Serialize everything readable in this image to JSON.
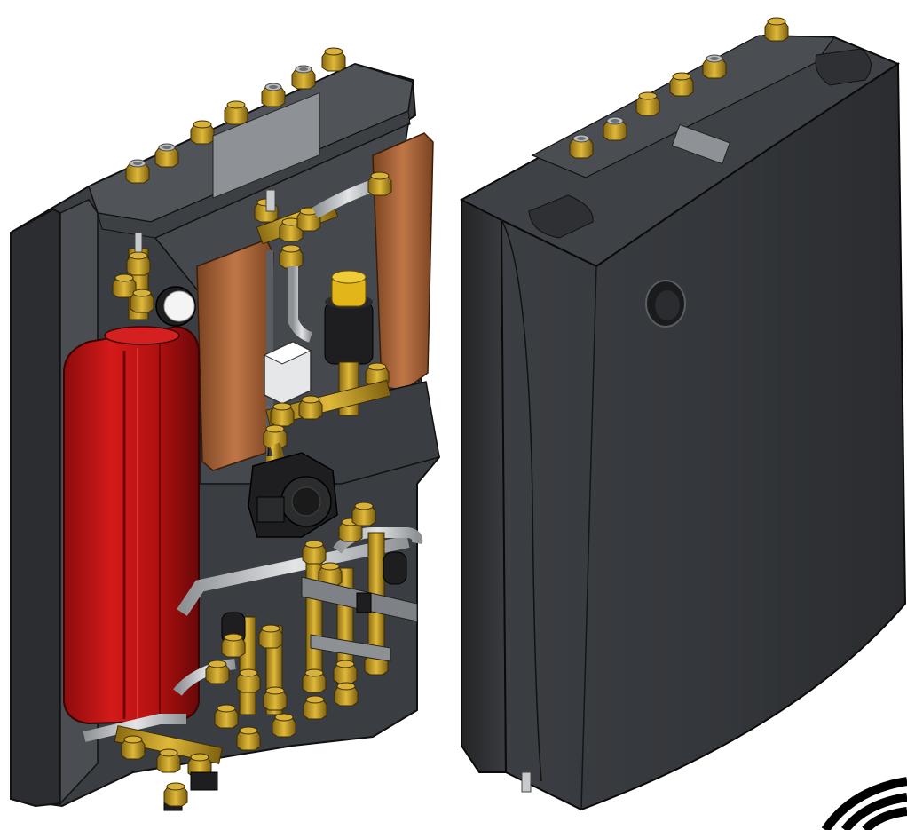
{
  "scene": {
    "description_visible_text": [],
    "colors": {
      "background": "#ffffff",
      "housing_dark": "#2f3134",
      "housing_mid": "#3d4044",
      "housing_light": "#55595e",
      "frame_gray": "#5a5d61",
      "expansion_tank_red": "#c41414",
      "expansion_tank_dark": "#7a0a0a",
      "brass": "#c9a227",
      "brass_dark": "#7d6010",
      "copper_insulation": "#b36a3c",
      "copper_dark": "#6e3a1c",
      "pipe_silver": "#c8cacc",
      "gauge_white": "#f4f4f4",
      "valve_cap_yellow": "#e2b519",
      "pump_black": "#1e1e20"
    },
    "objects": [
      {
        "name": "open-heating-module",
        "parts": [
          "mounting-frame",
          "expansion-tank",
          "pressure-gauge",
          "heat-exchanger-insulation",
          "circulation-pump",
          "brass-valves",
          "pipe-connections"
        ]
      },
      {
        "name": "closed-heating-module",
        "parts": [
          "front-cover",
          "inspection-hole",
          "top-pipe-connectors"
        ]
      },
      {
        "name": "corner-logo-fragment"
      }
    ]
  }
}
